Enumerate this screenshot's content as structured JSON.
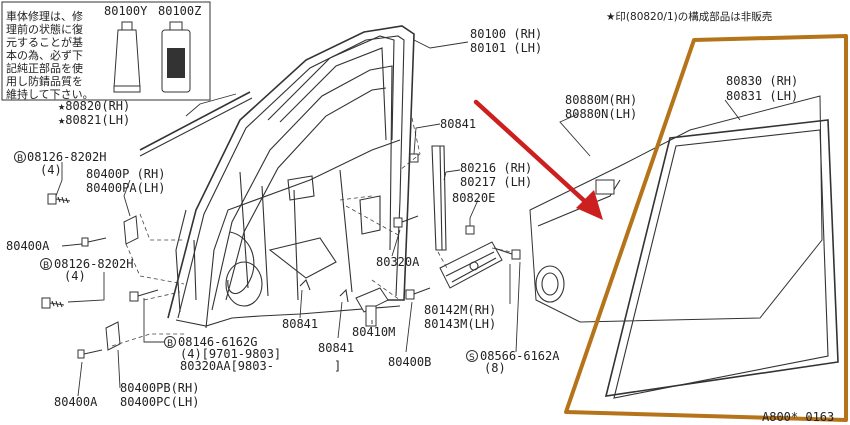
{
  "note_box": {
    "lines": [
      "車体修理は、修",
      "理前の状態に復",
      "元することが基",
      "本の為、必ず下",
      "記純正部品を使",
      "用し防錆品質を",
      "維持して下さい。"
    ],
    "product_codes": [
      "80100Y",
      "80100Z"
    ]
  },
  "top_note": "★印(80820/1)の構成部品は非販売",
  "footer_code": "A800* 0163",
  "labels": {
    "p80100": [
      "80100 (RH)",
      "80101 (LH)"
    ],
    "p80820": [
      "★80820(RH)",
      "★80821(LH)"
    ],
    "p80841_top": "80841",
    "p80880": [
      "80880M(RH)",
      "80880N(LH)"
    ],
    "p80830": [
      "80830 (RH)",
      "80831 (LH)"
    ],
    "p08126_a": [
      "08126-8202H",
      "(4)"
    ],
    "p80400p": [
      "80400P (RH)",
      "80400PA(LH)"
    ],
    "p80216": [
      "80216 (RH)",
      "80217 (LH)"
    ],
    "p80820e": "80820E",
    "p80400a_1": "80400A",
    "p08126_b": [
      "08126-8202H",
      "(4)"
    ],
    "p80320a": "80320A",
    "p80841_mid": "80841",
    "p80841_low": "80841",
    "p80410m": "80410M",
    "p80400b": "80400B",
    "p80142m": [
      "80142M(RH)",
      "80143M(LH)"
    ],
    "p08146": [
      "08146-6162G",
      "(4)[9701-9803]",
      "80320AA[9803-",
      "]"
    ],
    "p08566": [
      "08566-6162A",
      "(8)"
    ],
    "p80400pb": [
      "80400PB(RH)",
      "80400PC(LH)"
    ],
    "p80400a_2": "80400A"
  },
  "colors": {
    "highlight_outline": "#b5731a",
    "arrow": "#cc1f1f",
    "line": "#333333"
  }
}
